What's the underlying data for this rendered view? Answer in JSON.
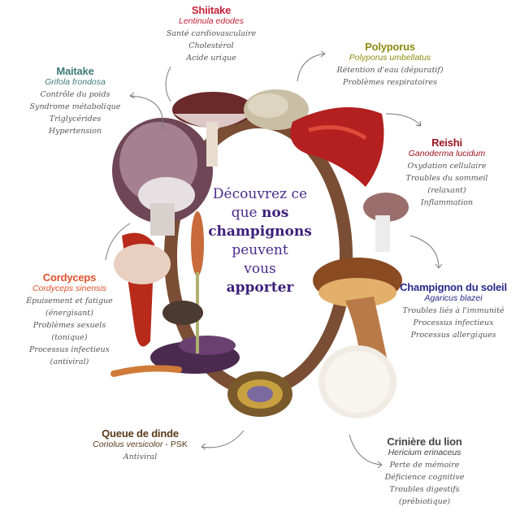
{
  "colors": {
    "shiitake": "#c4213a",
    "maitake": "#3e7a78",
    "polyporus": "#8d8a10",
    "reishi": "#9b1420",
    "soleil": "#2a2a8c",
    "cordyceps": "#e0502a",
    "queue": "#5a3a1a",
    "criniere": "#444444",
    "center": "#4a2a8c"
  },
  "center": {
    "line1": "Découvrez ce",
    "line2_a": "que ",
    "line2_b": "nos",
    "line3": "champignons",
    "line4": "peuvent",
    "line5": "vous",
    "line6": "apporter"
  },
  "mushrooms": {
    "shiitake": {
      "name": "Shiitake",
      "latin": "Lentinula edodes",
      "benefits": [
        "Santé cardiovasculaire",
        "Cholestérol",
        "Acide urique"
      ]
    },
    "maitake": {
      "name": "Maitake",
      "latin": "Grifola frondosa",
      "benefits": [
        "Contrôle du poids",
        "Syndrome métabolique",
        "Triglycérides",
        "Hypertension"
      ]
    },
    "polyporus": {
      "name": "Polyporus",
      "latin": "Polyporus umbellatus",
      "benefits": [
        "Rétention d'eau (dépuratif)",
        "Problèmes respiratoires"
      ]
    },
    "reishi": {
      "name": "Reishi",
      "latin": "Ganoderma lucidum",
      "benefits": [
        "Oxydation cellulaire",
        "Troubles du sommeil",
        "(relaxant)",
        "Inflammation"
      ]
    },
    "soleil": {
      "name": "Champignon du soleil",
      "latin": "Agaricus blazei",
      "benefits": [
        "Troubles liés à l'immunité",
        "Processus infectieux",
        "Processus allergiques"
      ]
    },
    "cordyceps": {
      "name": "Cordyceps",
      "latin": "Cordyceps sinensis",
      "benefits": [
        "Épuisement et fatigue",
        "(énergisant)",
        "Problèmes sexuels",
        "(tonique)",
        "Processus infectieux",
        "(antiviral)"
      ]
    },
    "queue": {
      "name": "Queue de dinde",
      "latin": "Coriolus versicolor",
      "suffix": " - PSK",
      "benefits": [
        "Antiviral"
      ]
    },
    "criniere": {
      "name": "Crinière du lion",
      "latin": "Hericium erinaceus",
      "benefits": [
        "Perte de mémoire",
        "Déficience cognitive",
        "Troubles digestifs",
        "(prébiotique)"
      ]
    }
  }
}
